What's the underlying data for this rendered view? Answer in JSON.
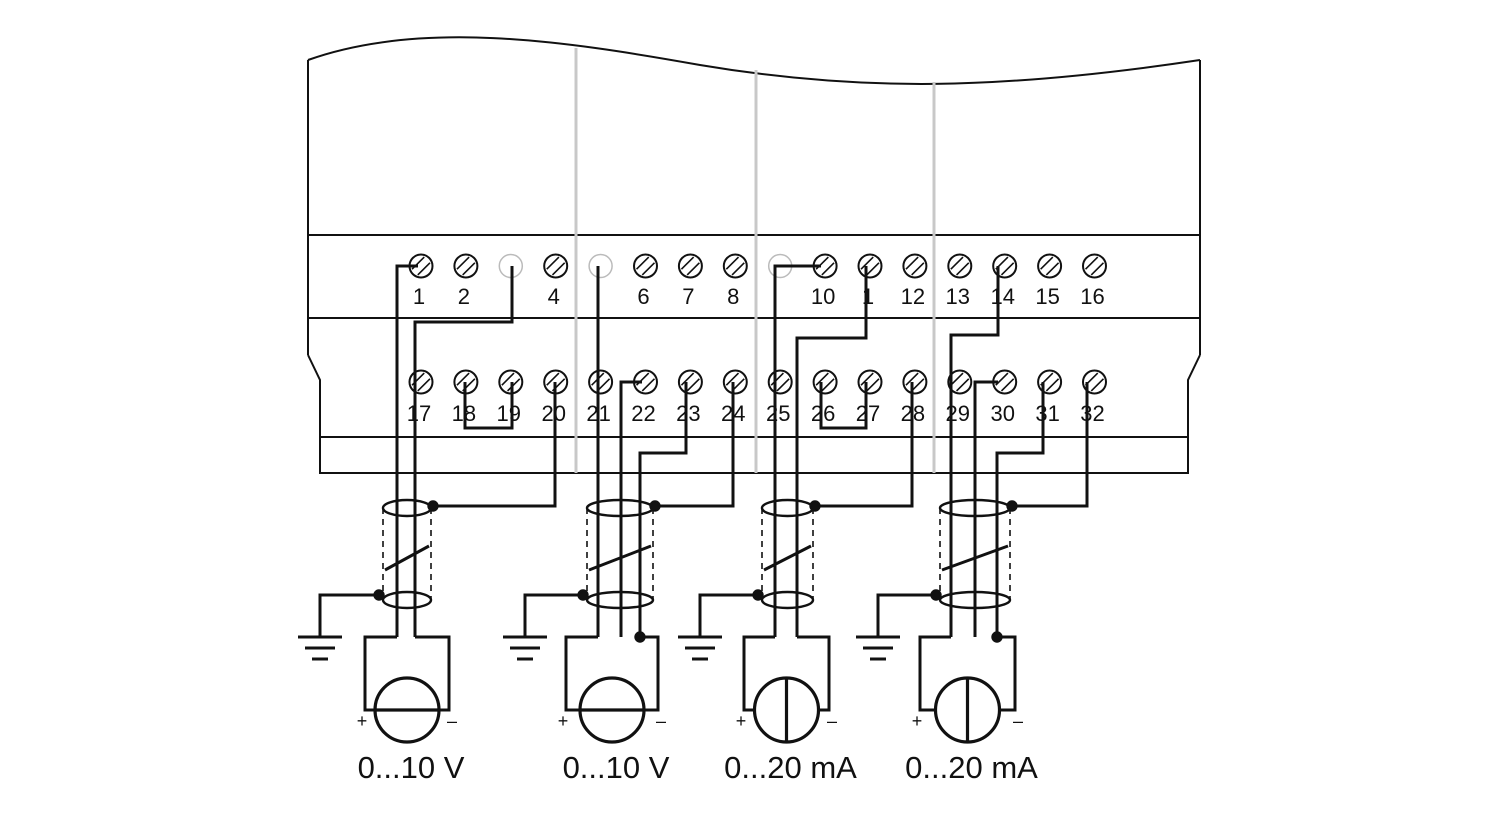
{
  "terminals": {
    "top": [
      {
        "n": 1,
        "label": "1",
        "visible": true
      },
      {
        "n": 2,
        "label": "2",
        "visible": true
      },
      {
        "n": 3,
        "label": "",
        "visible": false
      },
      {
        "n": 4,
        "label": "4",
        "visible": true
      },
      {
        "n": 5,
        "label": "",
        "visible": false
      },
      {
        "n": 6,
        "label": "6",
        "visible": true
      },
      {
        "n": 7,
        "label": "7",
        "visible": true
      },
      {
        "n": 8,
        "label": "8",
        "visible": true
      },
      {
        "n": 9,
        "label": "",
        "visible": false
      },
      {
        "n": 10,
        "label": "10",
        "visible": true
      },
      {
        "n": 11,
        "label": "1",
        "visible": true
      },
      {
        "n": 12,
        "label": "12",
        "visible": true
      },
      {
        "n": 13,
        "label": "13",
        "visible": true
      },
      {
        "n": 14,
        "label": "14",
        "visible": true
      },
      {
        "n": 15,
        "label": "15",
        "visible": true
      },
      {
        "n": 16,
        "label": "16",
        "visible": true
      }
    ],
    "bottom": [
      {
        "n": 17,
        "label": "17",
        "visible": true
      },
      {
        "n": 18,
        "label": "18",
        "visible": true
      },
      {
        "n": 19,
        "label": "19",
        "visible": true
      },
      {
        "n": 20,
        "label": "20",
        "visible": true
      },
      {
        "n": 21,
        "label": "21",
        "visible": true
      },
      {
        "n": 22,
        "label": "22",
        "visible": true
      },
      {
        "n": 23,
        "label": "23",
        "visible": true
      },
      {
        "n": 24,
        "label": "24",
        "visible": true
      },
      {
        "n": 25,
        "label": "25",
        "visible": true
      },
      {
        "n": 26,
        "label": "26",
        "visible": true
      },
      {
        "n": 27,
        "label": "27",
        "visible": true
      },
      {
        "n": 28,
        "label": "28",
        "visible": true
      },
      {
        "n": 29,
        "label": "29",
        "visible": true
      },
      {
        "n": 30,
        "label": "30",
        "visible": true
      },
      {
        "n": 31,
        "label": "31",
        "visible": true
      },
      {
        "n": 32,
        "label": "32",
        "visible": true
      }
    ]
  },
  "sources": [
    {
      "label": "0...10 V",
      "symbol": "voltage-source-icon",
      "plus": "+",
      "minus": "–"
    },
    {
      "label": "0...10 V",
      "symbol": "voltage-source-icon",
      "plus": "+",
      "minus": "–"
    },
    {
      "label": "0...20 mA",
      "symbol": "current-source-icon",
      "plus": "+",
      "minus": "–"
    },
    {
      "label": "0...20 mA",
      "symbol": "current-source-icon",
      "plus": "+",
      "minus": "–"
    }
  ],
  "colors": {
    "line": "#111111",
    "divider": "#c8c8c8",
    "background": "#ffffff"
  }
}
